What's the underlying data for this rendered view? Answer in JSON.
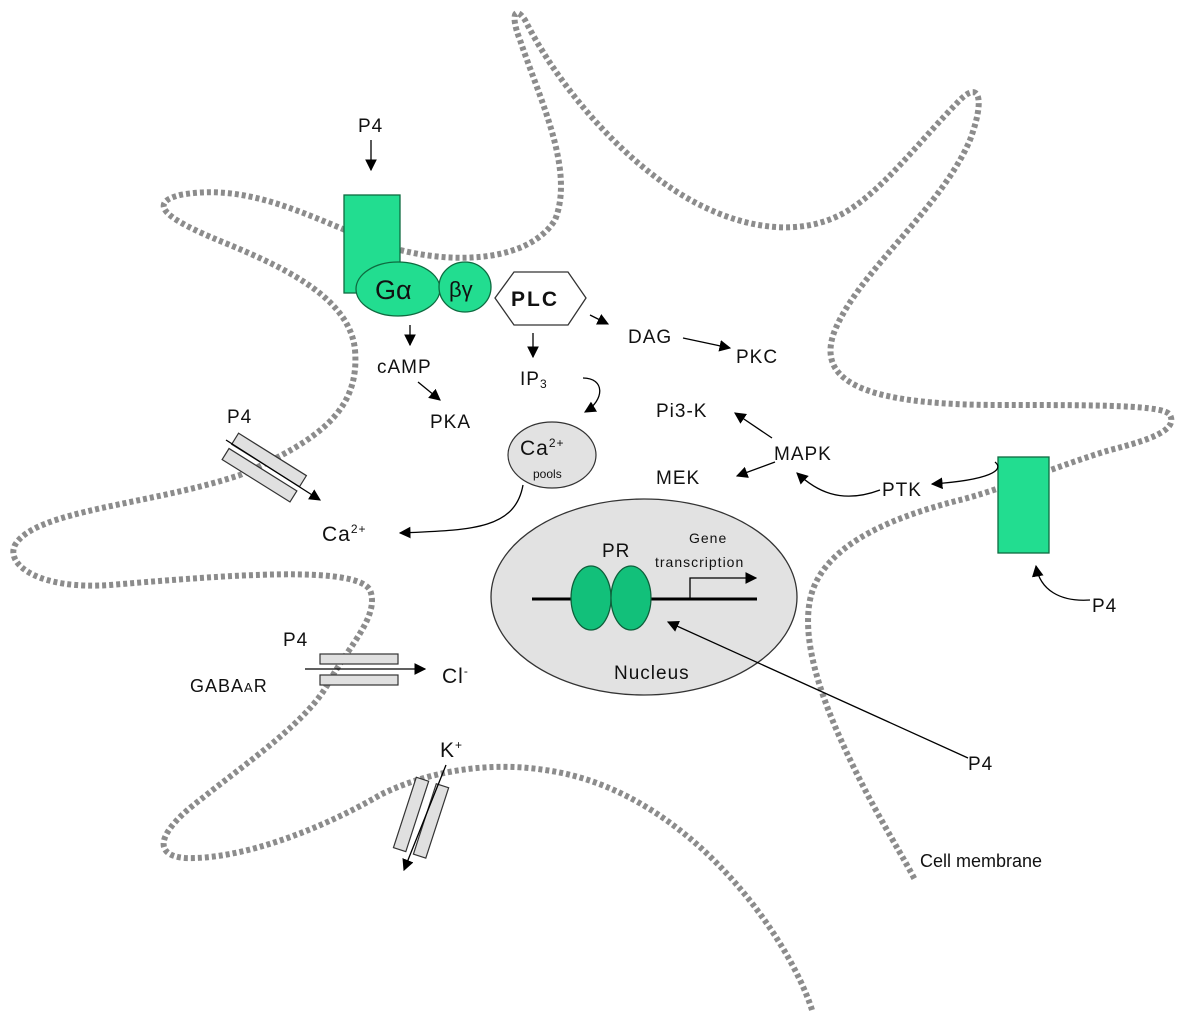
{
  "colors": {
    "receptor": "#22dd90",
    "pr_ellipse": "#12c07a",
    "nucleus": "#e2e2e2",
    "membrane": "#8c8c8c",
    "channel": "#e0e0e0"
  },
  "labels": {
    "p4_top": "P4",
    "g_alpha": "Gα",
    "beta_gamma": "βγ",
    "plc": "PLC",
    "camp": "cAMP",
    "pka": "PKA",
    "ip3_main": "IP",
    "ip3_sub": "3",
    "dag": "DAG",
    "pkc": "PKC",
    "pi3k": "Pi3-K",
    "mapk": "MAPK",
    "mek": "MEK",
    "ptk": "PTK",
    "ca_pool_main": "Ca",
    "ca_pool_sup": "2+",
    "pools": "pools",
    "p4_channel": "P4",
    "ca_main": "Ca",
    "ca_sup": "2+",
    "pr": "PR",
    "gene": "Gene",
    "transcription": "transcription",
    "nucleus": "Nucleus",
    "p4_gaba": "P4",
    "gaba_main": "GABA",
    "gaba_sub": "A",
    "gaba_r": "R",
    "cl_main": "Cl",
    "cl_sup": "-",
    "k_main": "K",
    "k_sup": "+",
    "p4_right": "P4",
    "p4_nucleus": "P4",
    "cell_membrane": "Cell membrane"
  }
}
